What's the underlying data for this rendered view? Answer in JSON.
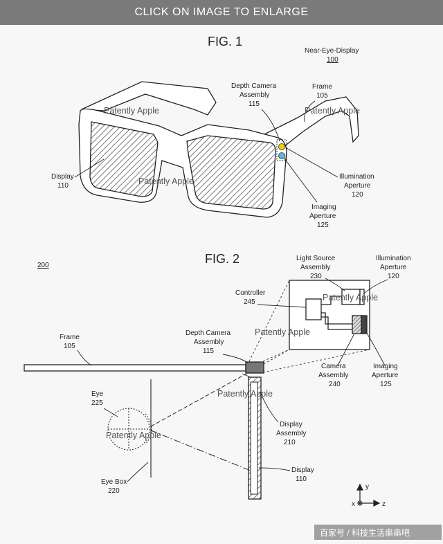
{
  "banner": {
    "text": "CLICK ON IMAGE TO ENLARGE"
  },
  "fig1": {
    "title": "FIG. 1",
    "device_name": "Near-Eye-Display",
    "device_ref": "100",
    "depth_camera": [
      "Depth Camera",
      "Assembly",
      "115"
    ],
    "frame": [
      "Frame",
      "105"
    ],
    "display": [
      "Display",
      "110"
    ],
    "illumination": [
      "Illumination",
      "Aperture",
      "120"
    ],
    "imaging": [
      "Imaging",
      "Aperture",
      "125"
    ]
  },
  "fig2": {
    "title": "FIG. 2",
    "ref": "200",
    "light_source": [
      "Light Source",
      "Assembly",
      "230"
    ],
    "illumination": [
      "Illumination",
      "Aperture",
      "120"
    ],
    "controller": [
      "Controller",
      "245"
    ],
    "frame": [
      "Frame",
      "105"
    ],
    "depth_camera": [
      "Depth Camera",
      "Assembly",
      "115"
    ],
    "camera_assembly": [
      "Camera",
      "Assembly",
      "240"
    ],
    "imaging": [
      "Imaging",
      "Aperture",
      "125"
    ],
    "eye": [
      "Eye",
      "225"
    ],
    "display_assembly": [
      "Display",
      "Assembly",
      "210"
    ],
    "display": [
      "Display",
      "110"
    ],
    "eye_box": [
      "Eye Box",
      "220"
    ],
    "axes": {
      "y": "y",
      "x": "x",
      "z": "z"
    }
  },
  "watermark": "Patently Apple",
  "source_tag": "百家号 / 科技生活串串吧"
}
